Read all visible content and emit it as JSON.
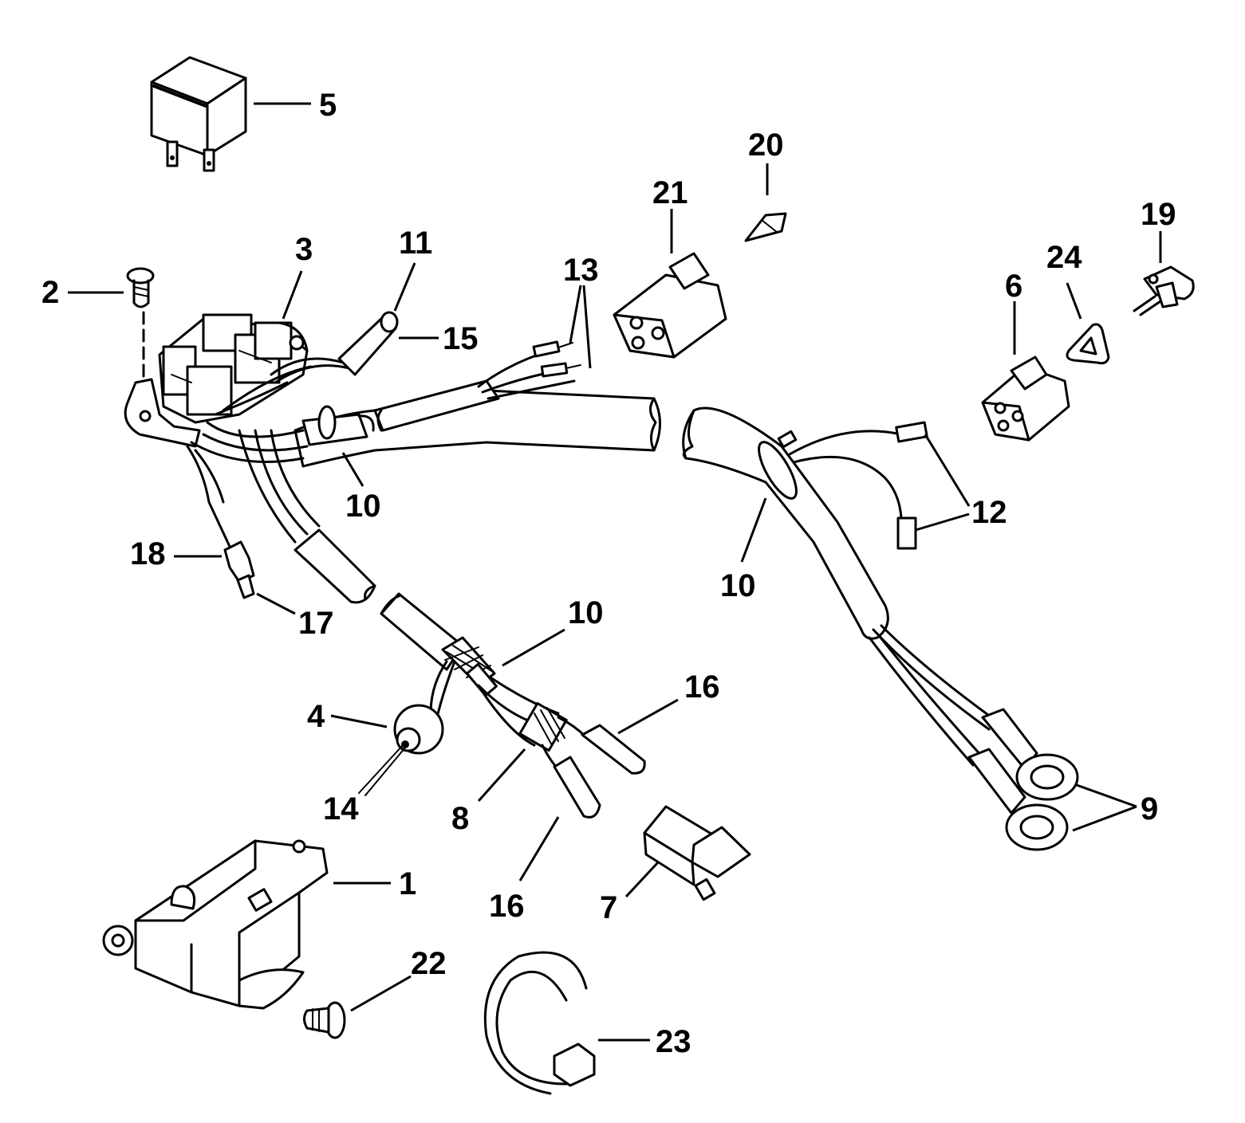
{
  "callouts": [
    {
      "id": "c1",
      "text": "1"
    },
    {
      "id": "c2",
      "text": "2"
    },
    {
      "id": "c3",
      "text": "3"
    },
    {
      "id": "c4",
      "text": "4"
    },
    {
      "id": "c5",
      "text": "5"
    },
    {
      "id": "c6",
      "text": "6"
    },
    {
      "id": "c7",
      "text": "7"
    },
    {
      "id": "c8",
      "text": "8"
    },
    {
      "id": "c9",
      "text": "9"
    },
    {
      "id": "c10a",
      "text": "10"
    },
    {
      "id": "c10b",
      "text": "10"
    },
    {
      "id": "c10c",
      "text": "10"
    },
    {
      "id": "c11",
      "text": "11"
    },
    {
      "id": "c12",
      "text": "12"
    },
    {
      "id": "c13",
      "text": "13"
    },
    {
      "id": "c14",
      "text": "14"
    },
    {
      "id": "c15",
      "text": "15"
    },
    {
      "id": "c16a",
      "text": "16"
    },
    {
      "id": "c16b",
      "text": "16"
    },
    {
      "id": "c17",
      "text": "17"
    },
    {
      "id": "c18",
      "text": "18"
    },
    {
      "id": "c19",
      "text": "19"
    },
    {
      "id": "c20",
      "text": "20"
    },
    {
      "id": "c21",
      "text": "21"
    },
    {
      "id": "c22",
      "text": "22"
    },
    {
      "id": "c23",
      "text": "23"
    },
    {
      "id": "c24",
      "text": "24"
    }
  ]
}
